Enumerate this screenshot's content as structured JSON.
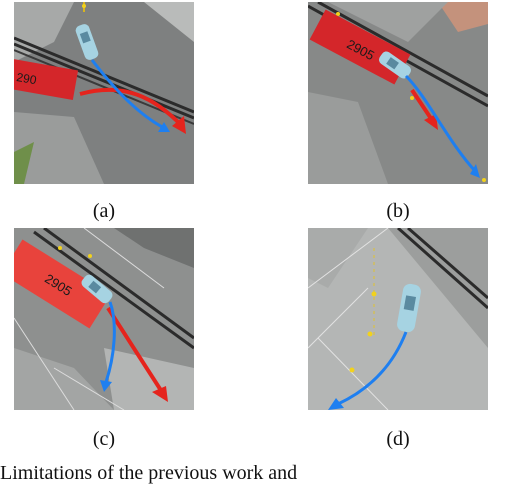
{
  "figure": {
    "panels": [
      {
        "id": "a",
        "caption": "(a)",
        "bus_number": "290"
      },
      {
        "id": "b",
        "caption": "(b)",
        "bus_number": "2905"
      },
      {
        "id": "c",
        "caption": "(c)",
        "bus_number": "2905"
      },
      {
        "id": "d",
        "caption": "(d)",
        "bus_number": ""
      }
    ]
  },
  "body_text": "Limitations of the previous work and                   "
}
